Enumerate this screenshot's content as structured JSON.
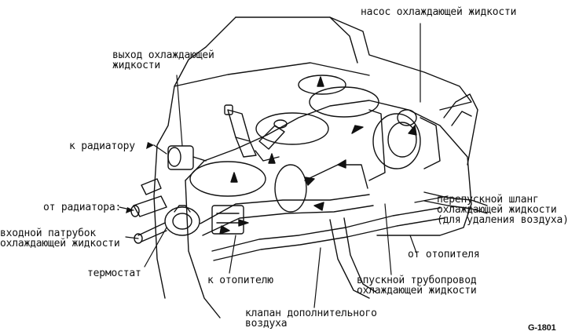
{
  "figure": {
    "code": "G-1801",
    "labels": {
      "pump": "насос охлаждающей жидкости",
      "outlet": [
        "выход охлаждающей",
        "жидкости"
      ],
      "to_radiator": "к радиатору",
      "from_radiator": "от радиатора:",
      "inlet_pipe": [
        "входной патрубок",
        "охлаждающей жидкости"
      ],
      "thermostat": "термостат",
      "to_heater": "к отопителю",
      "aux_valve": [
        "клапан дополнительного",
        "воздуха"
      ],
      "intake_pipe": [
        "впускной трубопровод",
        "охлаждающей жидкости"
      ],
      "from_heater": "от отопителя",
      "bypass_hose": [
        "перепускной шланг",
        "охлаждающей жидкости",
        "(для удаления воздуха)"
      ]
    }
  },
  "colors": {
    "ink": "#111111",
    "paper": "#ffffff"
  }
}
